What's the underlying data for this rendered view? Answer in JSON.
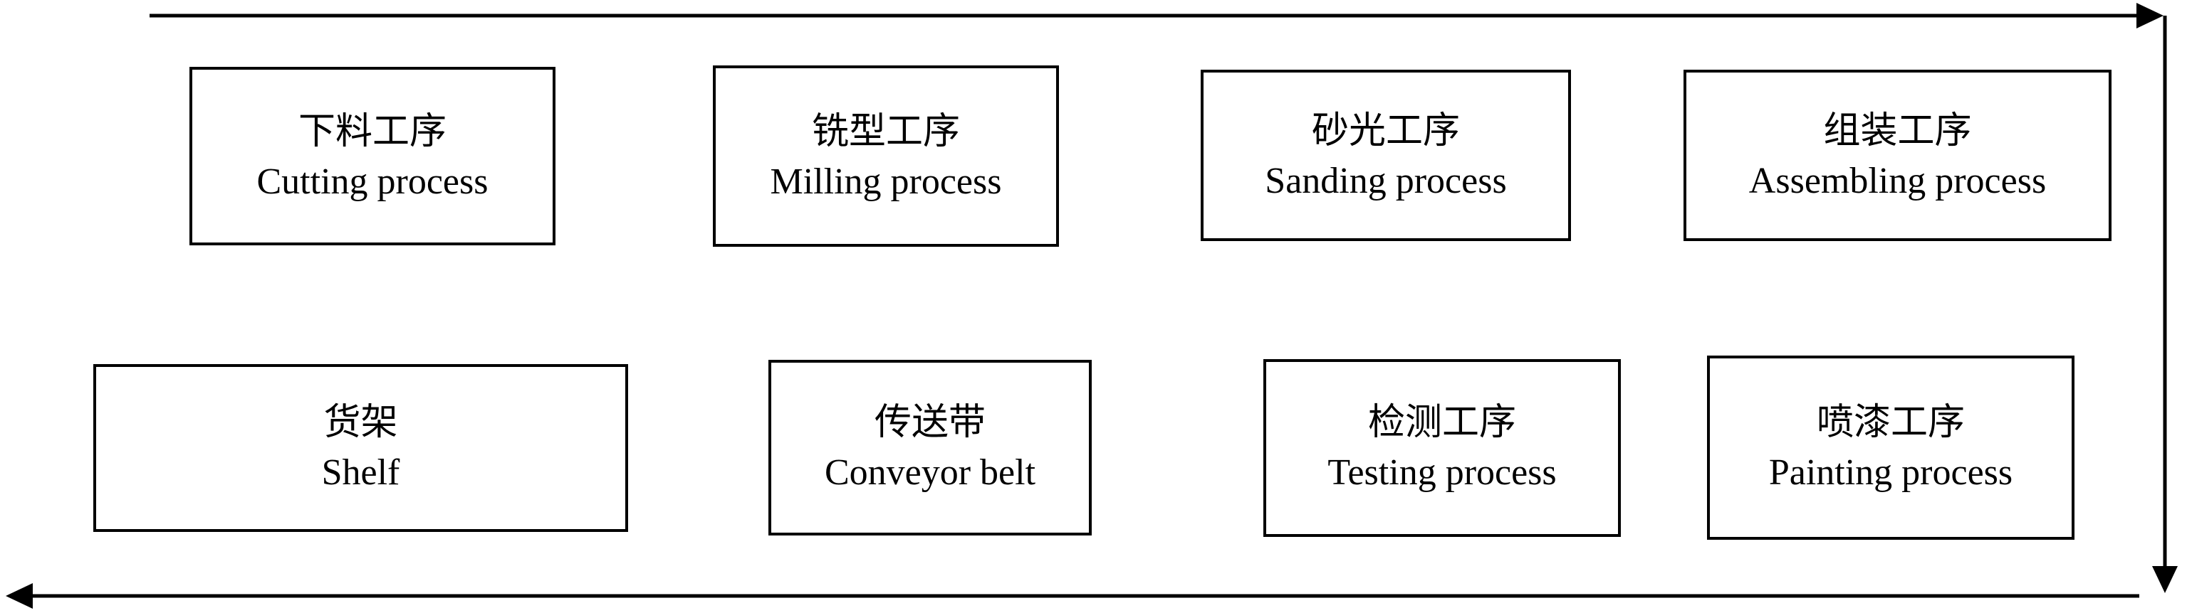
{
  "diagram": {
    "nodes": {
      "cutting": {
        "zh": "下料工序",
        "en": "Cutting process"
      },
      "milling": {
        "zh": "铣型工序",
        "en": "Milling process"
      },
      "sanding": {
        "zh": "砂光工序",
        "en": "Sanding process"
      },
      "assembling": {
        "zh": "组装工序",
        "en": "Assembling process"
      },
      "shelf": {
        "zh": "货架",
        "en": "Shelf"
      },
      "conveyor": {
        "zh": "传送带",
        "en": "Conveyor belt"
      },
      "testing": {
        "zh": "检测工序",
        "en": "Testing process"
      },
      "painting": {
        "zh": "喷漆工序",
        "en": "Painting process"
      }
    },
    "flow": {
      "top_direction": "left-to-right",
      "right_direction": "top-to-bottom",
      "bottom_direction": "right-to-left"
    },
    "colors": {
      "line": "#000000",
      "box_border": "#000000",
      "background": "#ffffff"
    }
  }
}
